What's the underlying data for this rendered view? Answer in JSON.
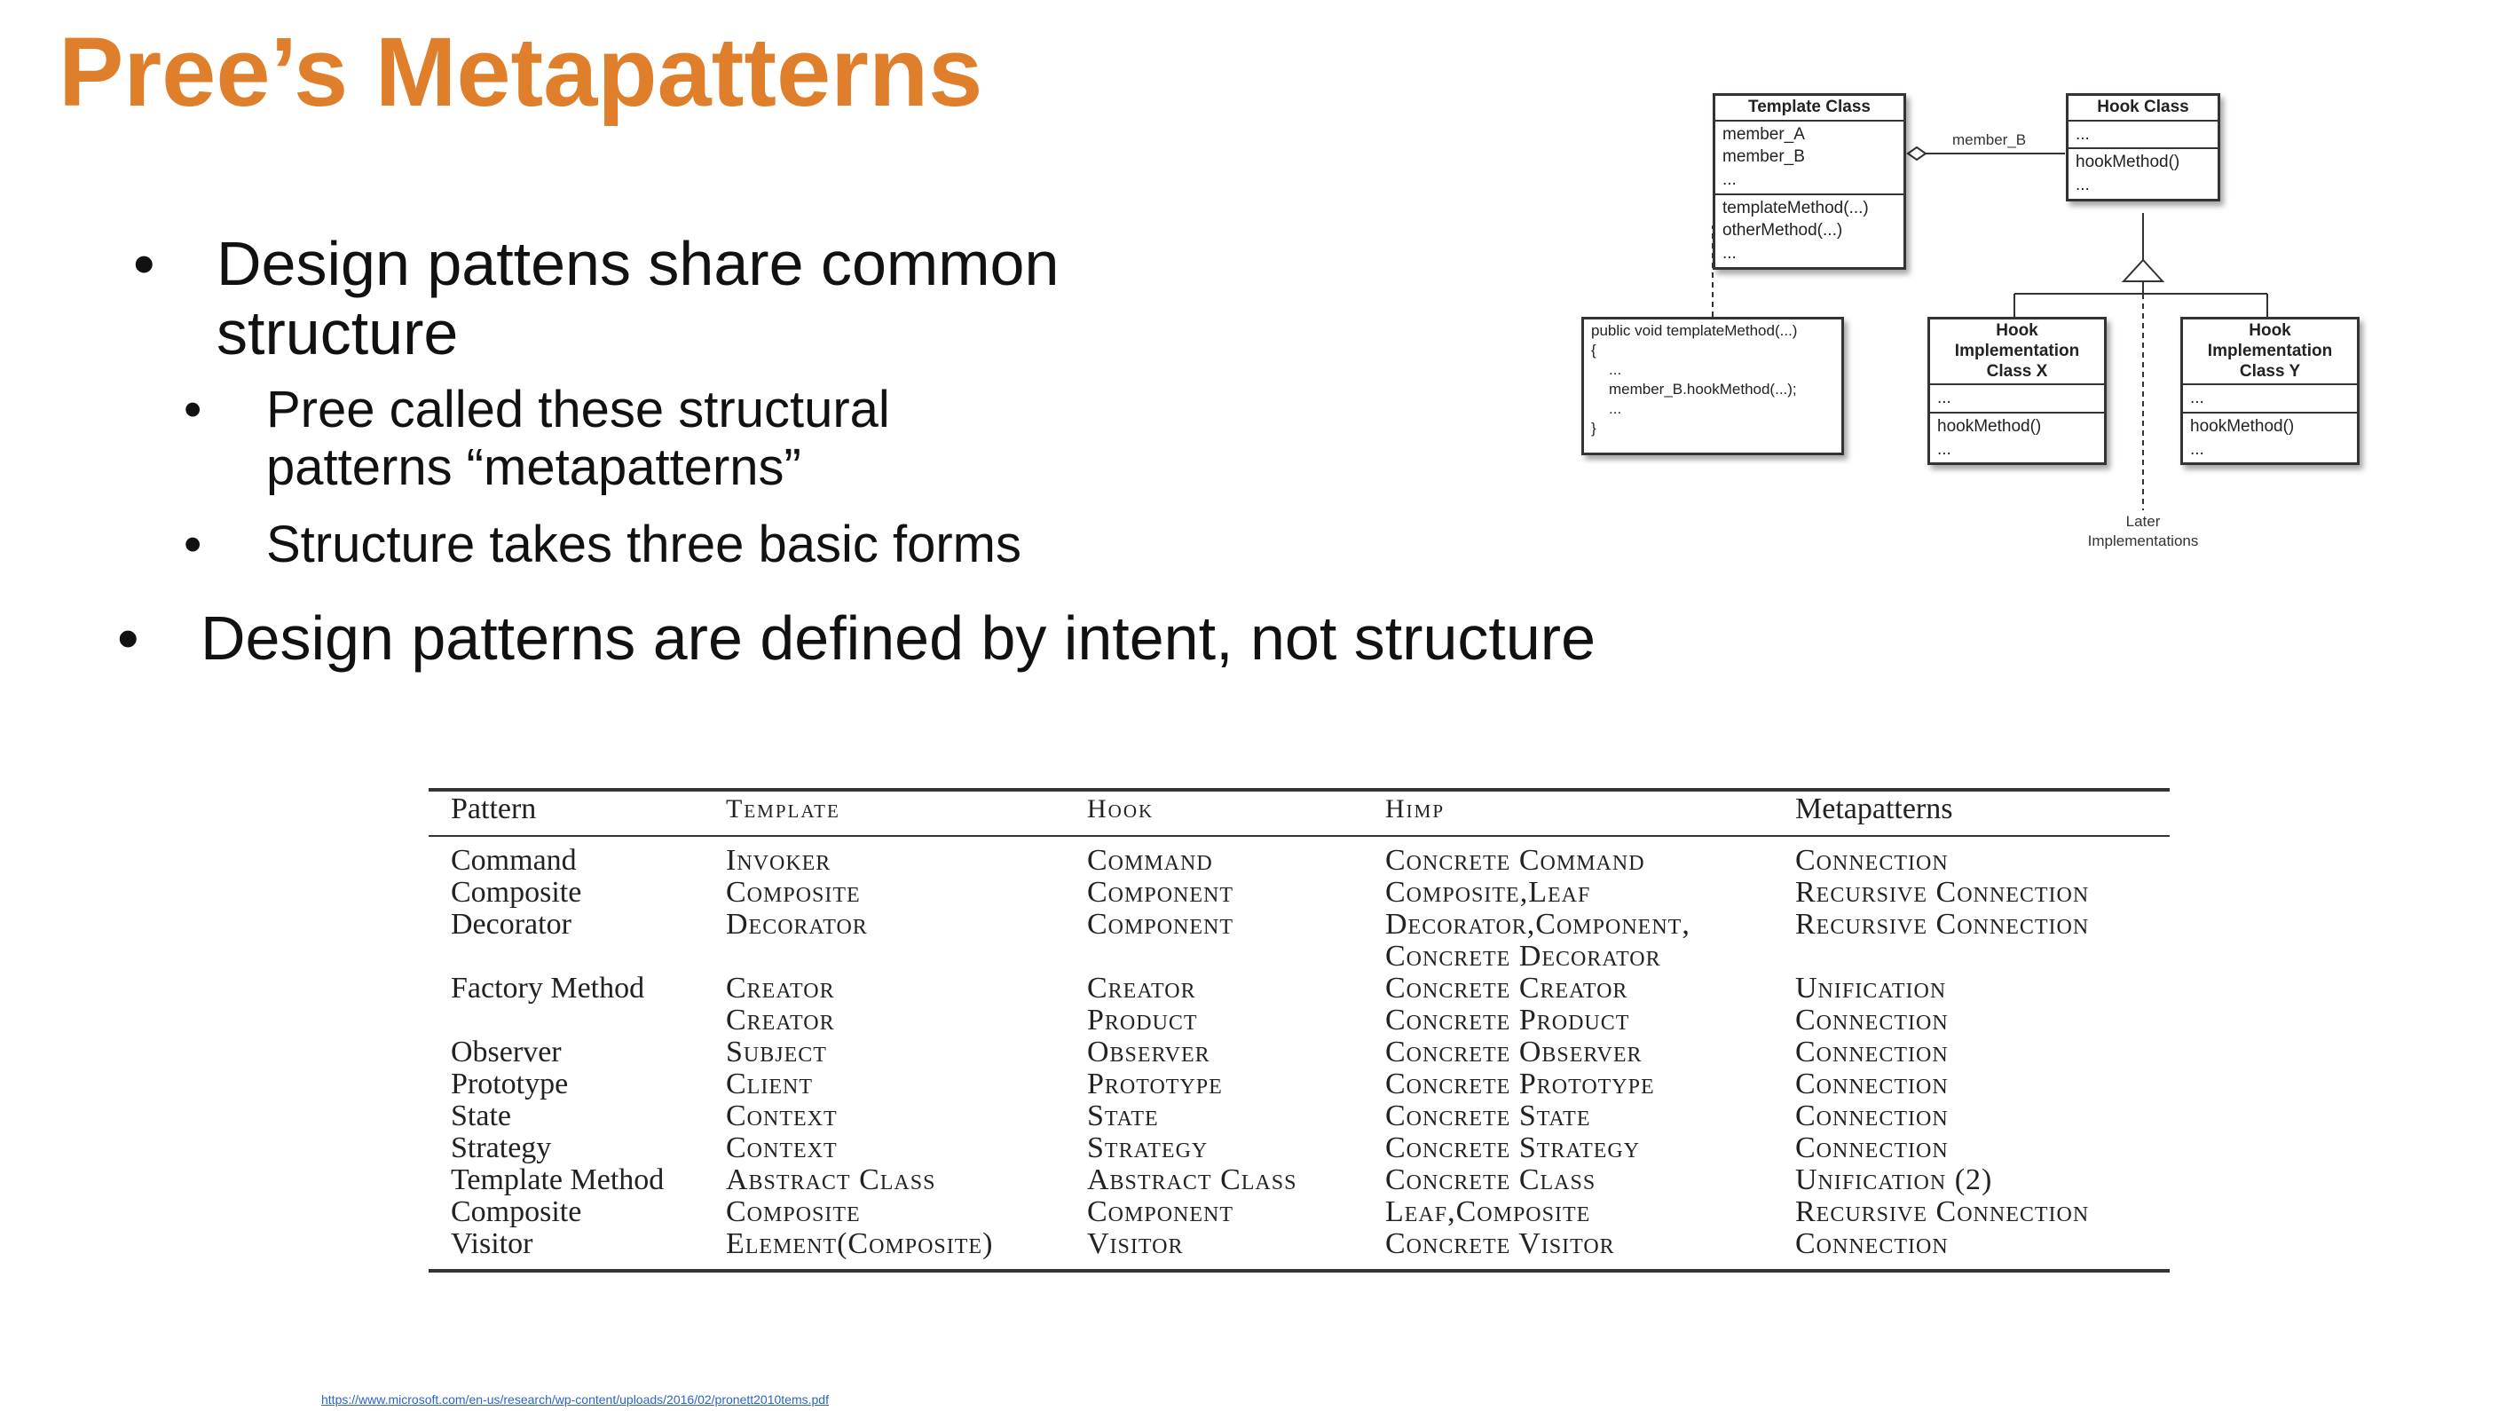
{
  "slide": {
    "title": "Pree’s Metapatterns",
    "bullets": [
      {
        "text": "Design pattens share common structure"
      },
      {
        "text": "Pree called these structural patterns “metapatterns”"
      },
      {
        "text": "Structure takes three basic forms"
      },
      {
        "text": "Design patterns are defined by intent, not structure"
      }
    ],
    "bullet_char": "•",
    "link": "https://www.microsoft.com/en-us/research/wp-content/uploads/2016/02/pronett2010tems.pdf"
  },
  "uml": {
    "template_class": {
      "title": "Template Class",
      "attrs": [
        "member_A",
        "member_B",
        "..."
      ],
      "methods": [
        "templateMethod(...)",
        "otherMethod(...)",
        "..."
      ]
    },
    "hook_class": {
      "title": "Hook Class",
      "attrs": [
        "..."
      ],
      "methods": [
        "hookMethod()",
        "..."
      ]
    },
    "note": {
      "lines": [
        "public void templateMethod(...)",
        "{",
        "...",
        "member_B.hookMethod(...);",
        "...",
        "}"
      ]
    },
    "impl_x": {
      "title_lines": [
        "Hook",
        "Implementation",
        "Class X"
      ],
      "attrs": [
        "..."
      ],
      "methods": [
        "hookMethod()",
        "..."
      ]
    },
    "impl_y": {
      "title_lines": [
        "Hook",
        "Implementation",
        "Class Y"
      ],
      "attrs": [
        "..."
      ],
      "methods": [
        "hookMethod()",
        "..."
      ]
    },
    "assoc_label": "member_B",
    "later_label_1": "Later",
    "later_label_2": "Implementations"
  },
  "table": {
    "headers": [
      "Pattern",
      "Template",
      "Hook",
      "Himp",
      "Metapatterns"
    ],
    "rows": [
      [
        "Command",
        "Invoker",
        "Command",
        "Concrete Command",
        "Connection"
      ],
      [
        "Composite",
        "Composite",
        "Component",
        "Composite,Leaf",
        "Recursive Connection"
      ],
      [
        "Decorator",
        "Decorator",
        "Component",
        "Decorator,Component,",
        "Recursive Connection"
      ],
      [
        "",
        "",
        "",
        "Concrete Decorator",
        ""
      ],
      [
        "Factory Method",
        "Creator",
        "Creator",
        "Concrete Creator",
        "Unification"
      ],
      [
        "",
        "Creator",
        "Product",
        "Concrete Product",
        "Connection"
      ],
      [
        "Observer",
        "Subject",
        "Observer",
        "Concrete Observer",
        "Connection"
      ],
      [
        "Prototype",
        "Client",
        "Prototype",
        "Concrete Prototype",
        "Connection"
      ],
      [
        "State",
        "Context",
        "State",
        "Concrete State",
        "Connection"
      ],
      [
        "Strategy",
        "Context",
        "Strategy",
        "Concrete Strategy",
        "Connection"
      ],
      [
        "Template Method",
        "Abstract Class",
        "Abstract Class",
        "Concrete Class",
        "Unification (2)"
      ],
      [
        "Composite",
        "Composite",
        "Component",
        "Leaf,Composite",
        "Recursive Connection"
      ],
      [
        "Visitor",
        "Element(Composite)",
        "Visitor",
        "Concrete Visitor",
        "Connection"
      ]
    ]
  }
}
